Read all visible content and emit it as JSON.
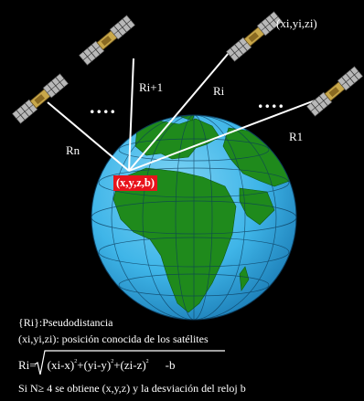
{
  "labels": {
    "coords_top": "(xi,yi,zi)",
    "r_i_plus_1": "Ri+1",
    "r_i": "Ri",
    "r_n": "Rn",
    "r_1": "R1",
    "dots_left": "....",
    "dots_right": "....",
    "receiver": "(x,y,z,b)"
  },
  "captions": {
    "line1": "{Ri}:Pseudodistancia",
    "line2": "(xi,yi,zi): posición conocida de los satélites",
    "line4": "Si N≥ 4 se obtiene (x,y,z) y la desviación del reloj b"
  },
  "formula": {
    "lhs": "Ri=",
    "t1": "(xi-x)",
    "t2": "(yi-y)",
    "t3": "(zi-z)",
    "plus": "+",
    "exp": "2",
    "rhs": "-b"
  },
  "colors": {
    "ocean": "#3fb5e8",
    "land": "#1f8a1c",
    "receiver_badge": "#e8141c",
    "lines": "#ffffff"
  }
}
